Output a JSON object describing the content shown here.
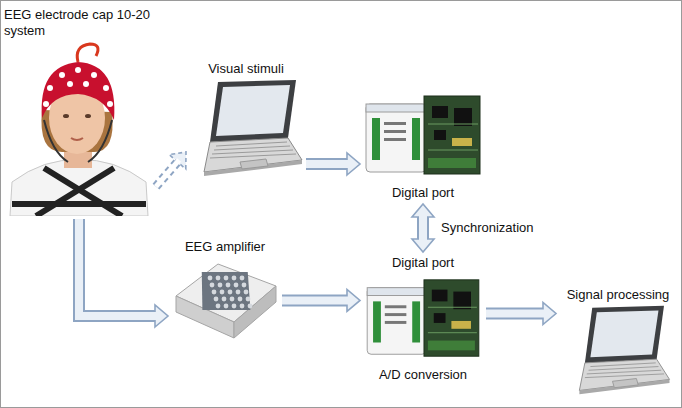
{
  "diagram": {
    "nodes": [
      {
        "text": [
          "EEG electrode cap 10-20 system"
        ]
      },
      {
        "text": [
          "Visual stimuli"
        ]
      },
      {
        "text": [
          "Digital port"
        ]
      },
      {
        "text": [
          "EEG amplifier"
        ]
      },
      {
        "text": [
          "Digital port",
          "A/D conversion"
        ]
      },
      {
        "text": [
          "Signal processing"
        ]
      }
    ],
    "edges": [
      {
        "from": 0,
        "to": 1,
        "arrow": "to"
      },
      {
        "from": 1,
        "to": 2,
        "arrow": "to"
      },
      {
        "from": 2,
        "to": 4,
        "label": "Synchronization",
        "arrow": "both"
      },
      {
        "from": 0,
        "to": 3,
        "arrow": "to"
      },
      {
        "from": 3,
        "to": 4,
        "arrow": "to"
      },
      {
        "from": 4,
        "to": 5,
        "arrow": "to"
      }
    ]
  }
}
